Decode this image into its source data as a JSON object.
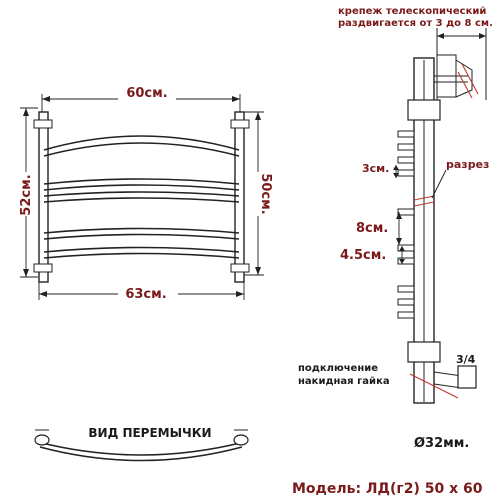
{
  "labels": {
    "width_top": "60см.",
    "width_bottom": "63см.",
    "height_left": "52см.",
    "height_right": "50см.",
    "bracket_line1": "крепеж телескопический",
    "bracket_line2": "раздвигается от 3 до 8 см.",
    "spacing_small": "3см.",
    "cut": "разрез",
    "gap_large": "8см.",
    "gap_medium": "4.5см.",
    "connection_line1": "подключение",
    "connection_line2": "накидная гайка",
    "thread": "3/4",
    "diameter": "Ø32мм.",
    "jumper_view": "ВИД ПЕРЕМЫЧКИ",
    "model": "Модель: ЛД(г2) 50 х 60"
  }
}
